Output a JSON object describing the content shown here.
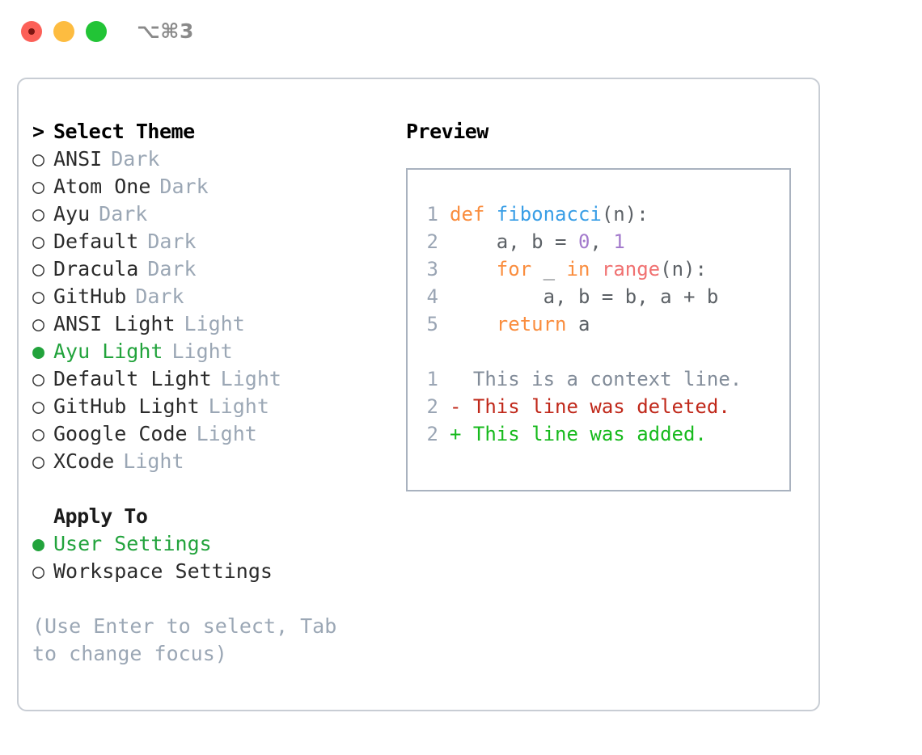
{
  "titlebar": {
    "shortcut": "⌥⌘3",
    "buttons": {
      "close": "close",
      "minimize": "minimize",
      "maximize": "maximize"
    }
  },
  "theme_picker": {
    "header": "Select Theme",
    "header_marker": ">",
    "marker_selected": "●",
    "marker_unselected": "○",
    "items": [
      {
        "label": "ANSI",
        "mode": "Dark",
        "selected": false
      },
      {
        "label": "Atom One",
        "mode": "Dark",
        "selected": false
      },
      {
        "label": "Ayu",
        "mode": "Dark",
        "selected": false
      },
      {
        "label": "Default",
        "mode": "Dark",
        "selected": false
      },
      {
        "label": "Dracula",
        "mode": "Dark",
        "selected": false
      },
      {
        "label": "GitHub",
        "mode": "Dark",
        "selected": false
      },
      {
        "label": "ANSI Light",
        "mode": "Light",
        "selected": false
      },
      {
        "label": "Ayu Light",
        "mode": "Light",
        "selected": true
      },
      {
        "label": "Default Light",
        "mode": "Light",
        "selected": false
      },
      {
        "label": "GitHub Light",
        "mode": "Light",
        "selected": false
      },
      {
        "label": "Google Code",
        "mode": "Light",
        "selected": false
      },
      {
        "label": "XCode",
        "mode": "Light",
        "selected": false
      }
    ]
  },
  "apply_to": {
    "header": "Apply To",
    "options": [
      {
        "label": "User Settings",
        "selected": true
      },
      {
        "label": "Workspace Settings",
        "selected": false
      }
    ]
  },
  "hint": "(Use Enter to select, Tab to change focus)",
  "preview": {
    "title": "Preview",
    "code_lines": [
      {
        "num": "1",
        "tokens": [
          {
            "text": "def ",
            "type": "kw"
          },
          {
            "text": "fibonacci",
            "type": "fn"
          },
          {
            "text": "(n):",
            "type": "plain"
          }
        ]
      },
      {
        "num": "2",
        "tokens": [
          {
            "text": "    a, b = ",
            "type": "plain"
          },
          {
            "text": "0",
            "type": "num"
          },
          {
            "text": ", ",
            "type": "plain"
          },
          {
            "text": "1",
            "type": "num"
          }
        ]
      },
      {
        "num": "3",
        "tokens": [
          {
            "text": "    ",
            "type": "plain"
          },
          {
            "text": "for",
            "type": "kw"
          },
          {
            "text": " _ ",
            "type": "plain"
          },
          {
            "text": "in",
            "type": "kw"
          },
          {
            "text": " ",
            "type": "plain"
          },
          {
            "text": "range",
            "type": "call"
          },
          {
            "text": "(n):",
            "type": "plain"
          }
        ]
      },
      {
        "num": "4",
        "tokens": [
          {
            "text": "        a, b = b, a + b",
            "type": "plain"
          }
        ]
      },
      {
        "num": "5",
        "tokens": [
          {
            "text": "    ",
            "type": "plain"
          },
          {
            "text": "return",
            "type": "kw"
          },
          {
            "text": " a",
            "type": "plain"
          }
        ]
      }
    ],
    "diff_lines": [
      {
        "num": "1",
        "sign": " ",
        "text": "This is a context line.",
        "type": "context"
      },
      {
        "num": "2",
        "sign": "-",
        "text": "This line was deleted.",
        "type": "del"
      },
      {
        "num": "2",
        "sign": "+",
        "text": "This line was added.",
        "type": "add"
      }
    ]
  },
  "colors": {
    "accent_green": "#22A33C",
    "muted": "#9ba7b5",
    "keyword": "#FA8D3E",
    "function": "#399EE6",
    "number": "#A37ACC",
    "call": "#F07171",
    "diff_deleted": "#c0281a",
    "diff_added": "#17BA1D",
    "panel_border": "#c8cdd4",
    "preview_border": "#a9b2bf"
  }
}
